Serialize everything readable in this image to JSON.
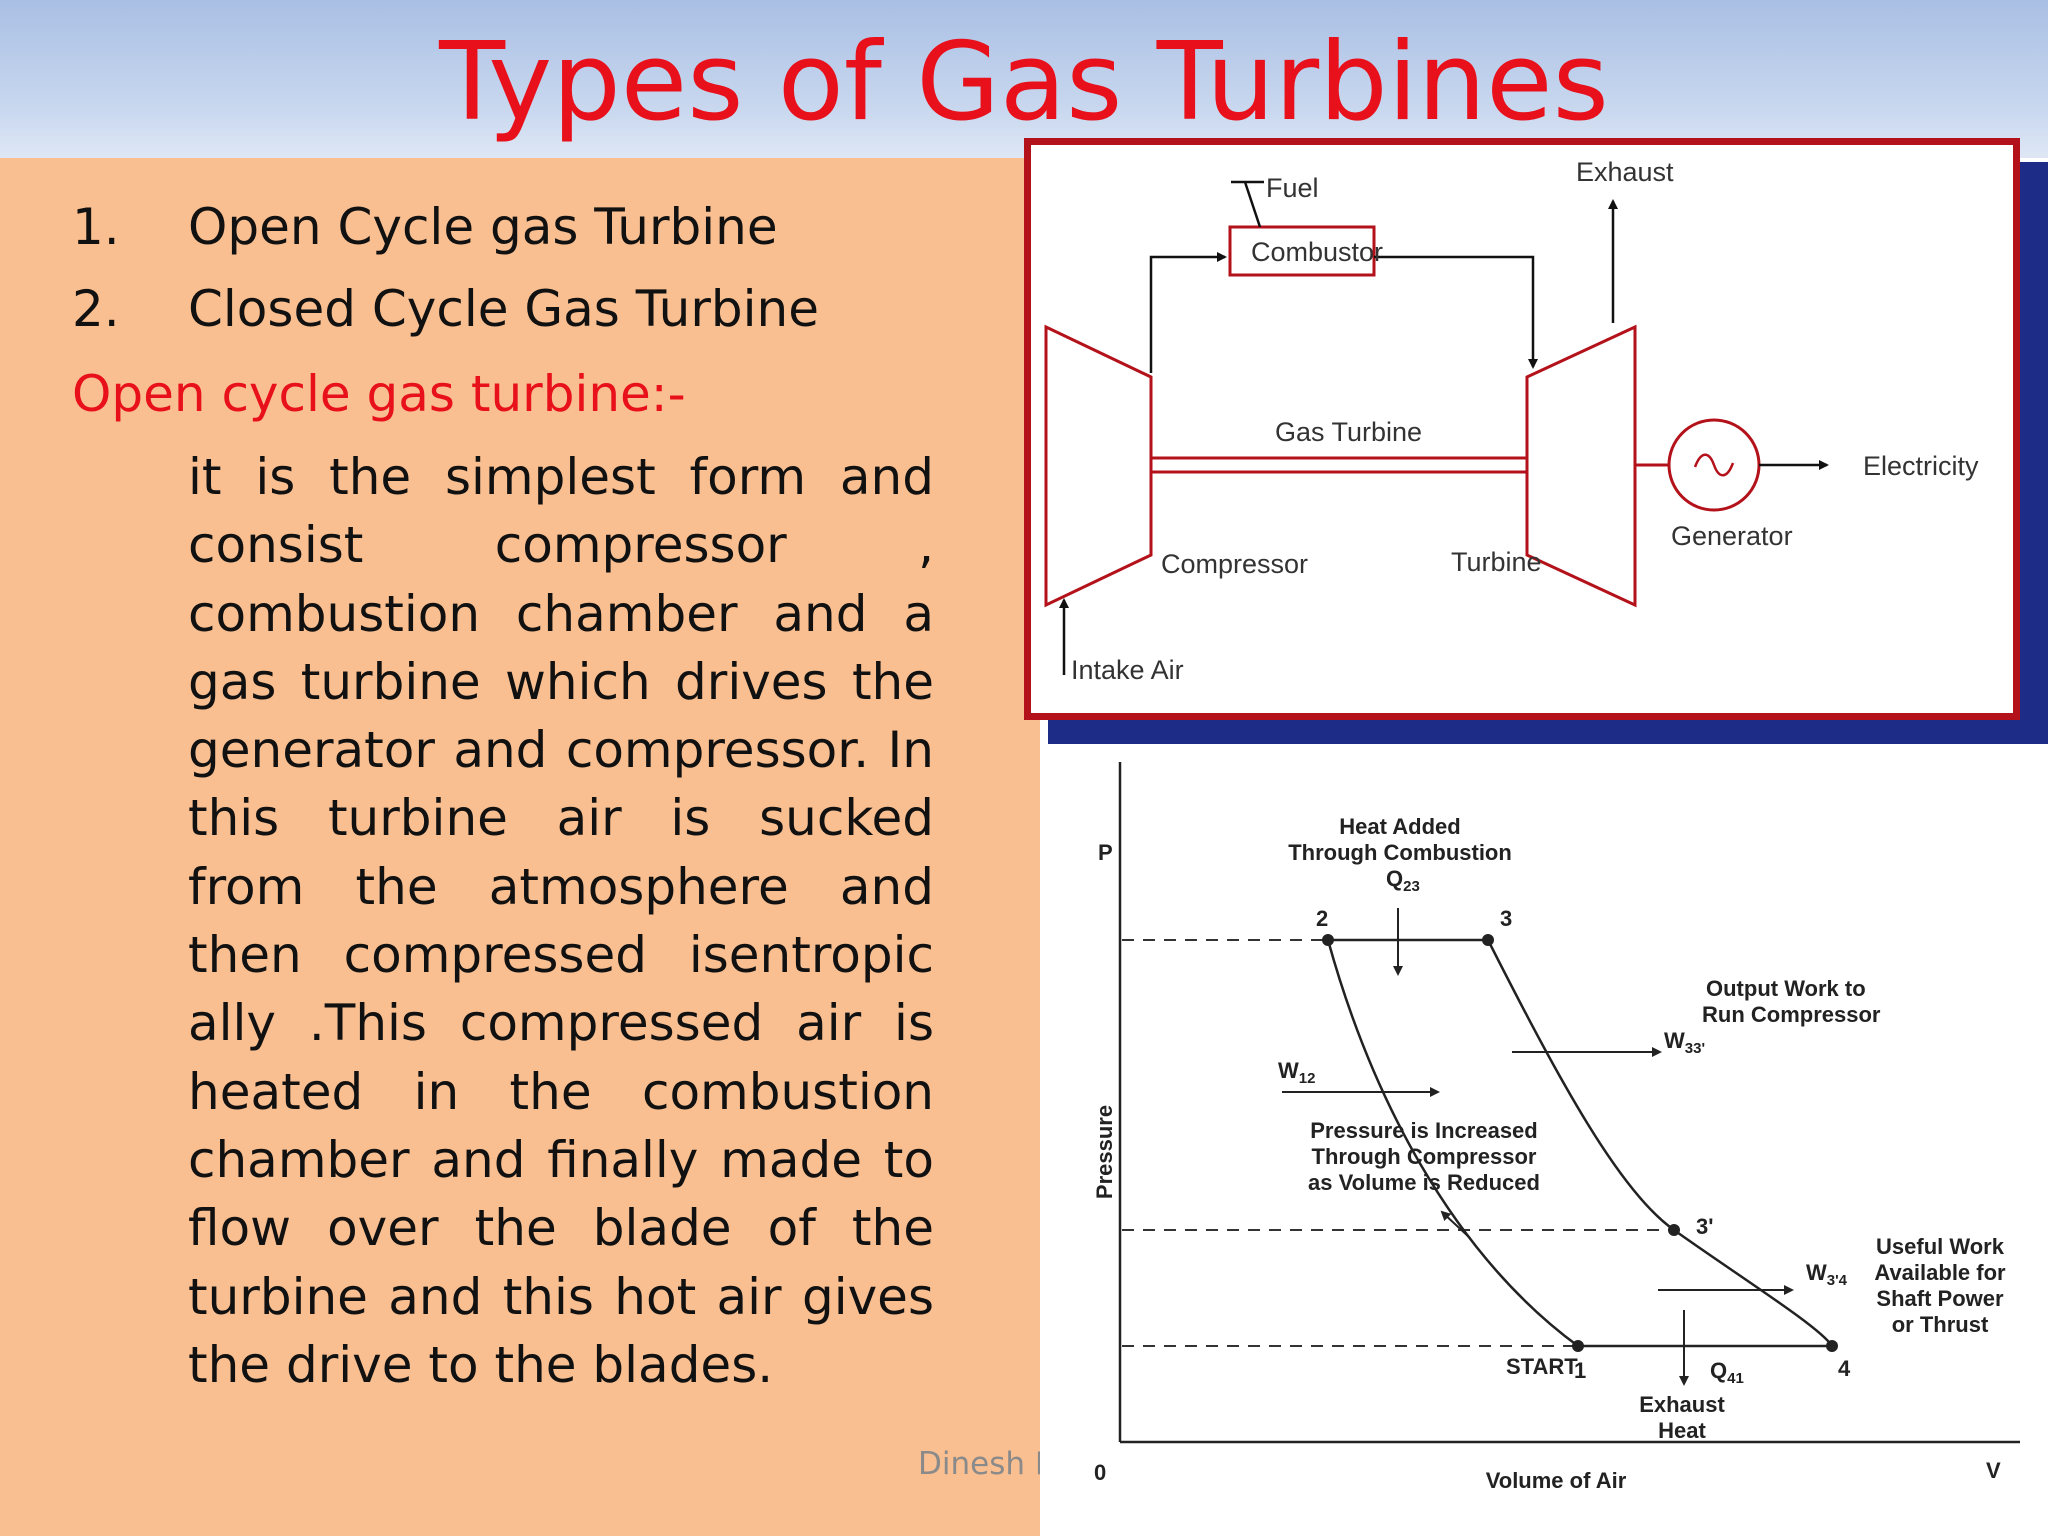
{
  "slide": {
    "title": "Types of Gas Turbines",
    "list": [
      "Open Cycle gas Turbine",
      "Closed Cycle Gas Turbine"
    ],
    "list_numbers": [
      "1.",
      "2."
    ],
    "heading": "Open cycle gas turbine:-",
    "body": "it is the simplest form and consist compressor , combustion chamber and a gas turbine which drives the generator and compressor. In this turbine air is sucked from the atmosphere and then compressed isentropic ally .This compressed air is heated in the combustion chamber and finally made to flow over the blade of the turbine and this hot air gives the drive to the blades.",
    "footer": "Dinesh Panchal"
  },
  "diagram": {
    "fuel": "Fuel",
    "combustor": "Combustor",
    "exhaust": "Exhaust",
    "gas_turbine": "Gas Turbine",
    "electricity": "Electricity",
    "generator": "Generator",
    "compressor": "Compressor",
    "turbine": "Turbine",
    "intake_air": "Intake Air",
    "colors": {
      "frame": "#b4121b",
      "shadow": "#1d2c86",
      "lines": "#b4121b"
    }
  },
  "pv_diagram": {
    "p_axis": "P",
    "v_axis": "V",
    "origin": "0",
    "pressure_label": "Pressure",
    "volume_label": "Volume of Air",
    "heat_added": [
      "Heat Added",
      "Through Combustion"
    ],
    "q23": "Q",
    "q23_sub": "23",
    "pt2": "2",
    "pt3": "3",
    "pt3p": "3'",
    "pt1": "1",
    "pt4": "4",
    "start": "START",
    "output_work": [
      "Output Work to",
      "Run Compressor"
    ],
    "w33": "W",
    "w33_sub": "33'",
    "w12": "W",
    "w12_sub": "12",
    "pressure_increased": [
      "Pressure is Increased",
      "Through Compressor",
      "as Volume is Reduced"
    ],
    "useful_work": [
      "Useful Work",
      "Available for",
      "Shaft Power",
      "or Thrust"
    ],
    "w34": "W",
    "w34_sub": "3'4",
    "q41": "Q",
    "q41_sub": "41",
    "exhaust_heat": [
      "Exhaust",
      "Heat"
    ]
  }
}
